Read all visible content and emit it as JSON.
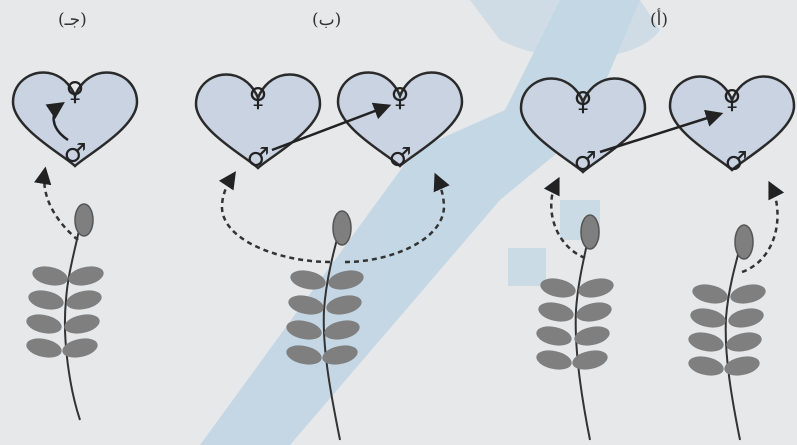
{
  "panels": {
    "jim": {
      "label": "(جـ)"
    },
    "ba": {
      "label": "(ب)"
    },
    "alif": {
      "label": "(أ)"
    }
  },
  "symbols": {
    "female": "♀",
    "male": "♂"
  },
  "colors": {
    "background": "#e7e8ea",
    "watermark": "#b9d2e2",
    "heart_fill": "#c9d3e2",
    "heart_stroke": "#2a2a2a",
    "leaf": "#7f7f7f",
    "arrow": "#222222"
  }
}
